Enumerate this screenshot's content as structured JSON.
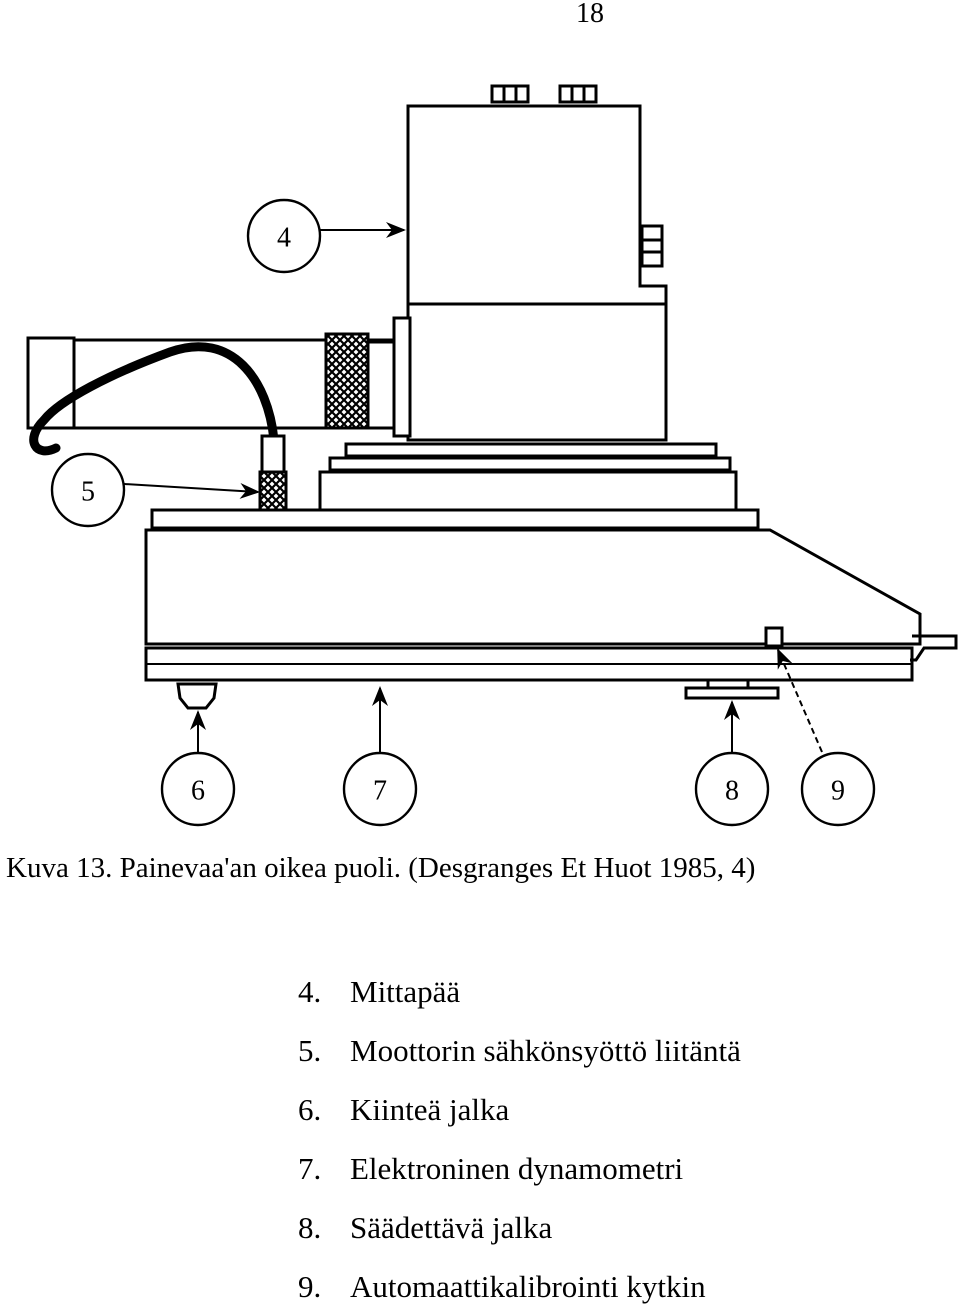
{
  "page": {
    "number": "18"
  },
  "figure": {
    "callouts": [
      {
        "id": "4",
        "label": "4"
      },
      {
        "id": "5",
        "label": "5"
      },
      {
        "id": "6",
        "label": "6"
      },
      {
        "id": "7",
        "label": "7"
      },
      {
        "id": "8",
        "label": "8"
      },
      {
        "id": "9",
        "label": "9"
      }
    ]
  },
  "caption": "Kuva 13. Painevaa'an oikea puoli. (Desgranges Et Huot 1985, 4)",
  "legend": [
    {
      "number": "4.",
      "text": "Mittapää"
    },
    {
      "number": "5.",
      "text": "Moottorin sähkönsyöttö liitäntä"
    },
    {
      "number": "6.",
      "text": "Kiinteä jalka"
    },
    {
      "number": "7.",
      "text": "Elektroninen dynamometri"
    },
    {
      "number": "8.",
      "text": "Säädettävä jalka"
    },
    {
      "number": "9.",
      "text": "Automaattikalibrointi kytkin"
    }
  ]
}
